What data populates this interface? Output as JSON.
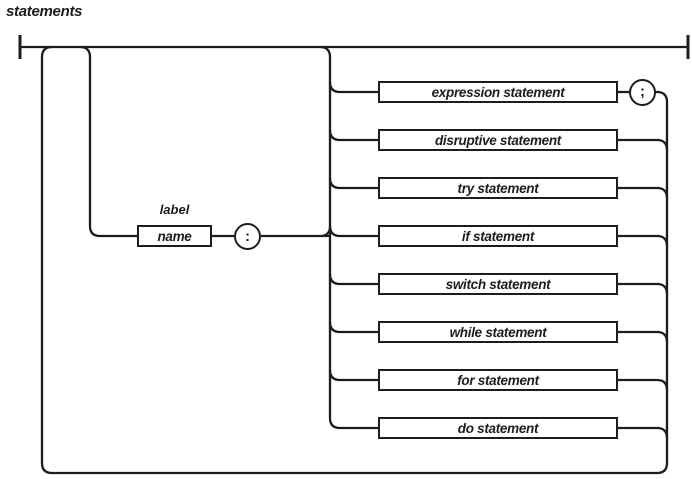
{
  "title": "statements",
  "diagram": {
    "label_caption": "label",
    "name_box_label": "name",
    "colon_symbol": ":",
    "semicolon_symbol": ";",
    "statement_items": [
      "expression statement",
      "disruptive statement",
      "try statement",
      "if statement",
      "switch statement",
      "while statement",
      "for statement",
      "do statement"
    ]
  },
  "colors": {
    "line": "#1d1d1b",
    "background": "#ffffff"
  }
}
